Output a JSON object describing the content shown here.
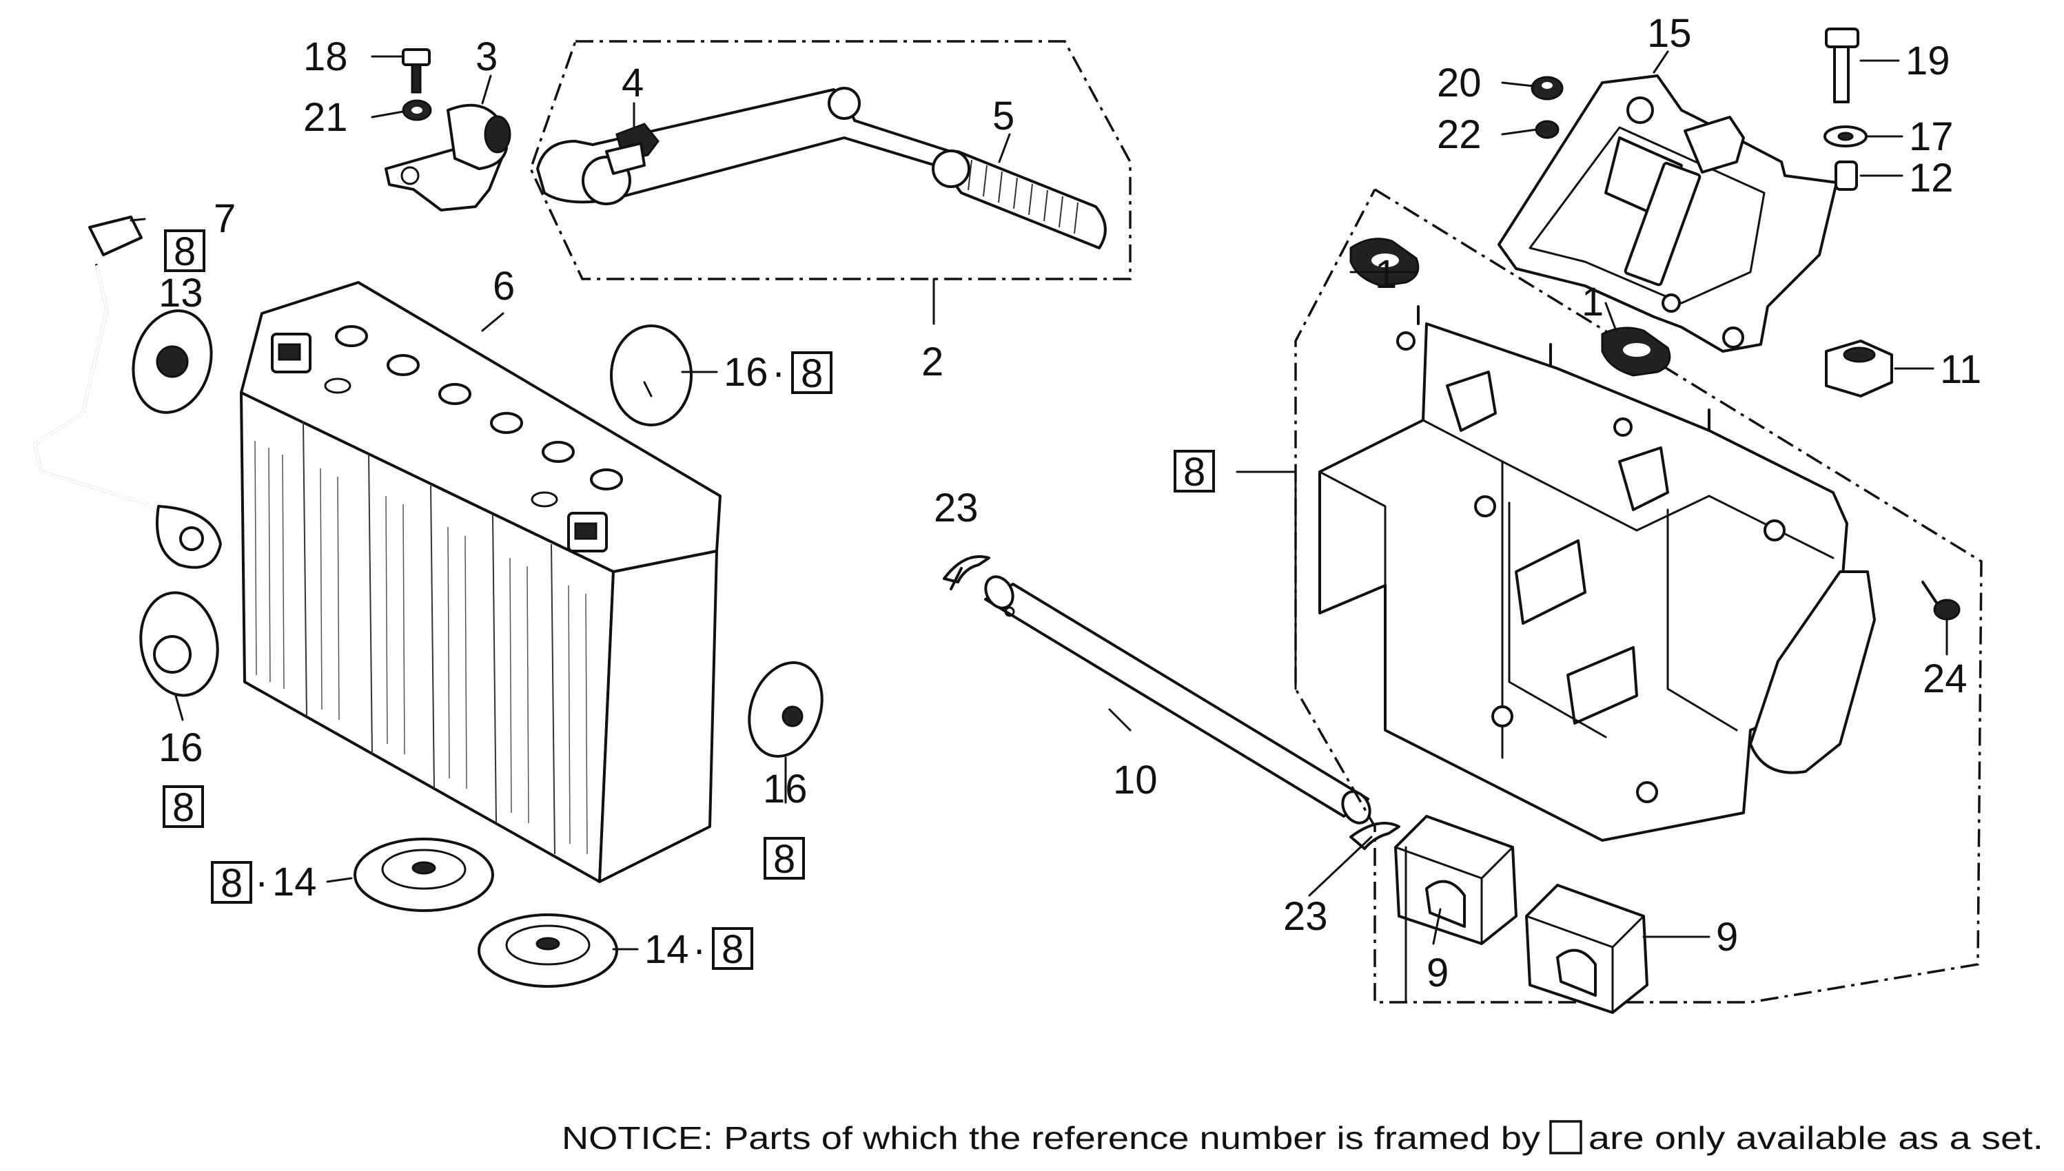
{
  "callouts": {
    "n1a": "1",
    "n1b": "1",
    "n2": "2",
    "n3": "3",
    "n4": "4",
    "n5": "5",
    "n6": "6",
    "n7": "7",
    "n9a": "9",
    "n9b": "9",
    "n10": "10",
    "n11": "11",
    "n12": "12",
    "n13": "13",
    "n14a": "14",
    "n14b": "14",
    "n15": "15",
    "n16a": "16",
    "n16b": "16",
    "n16c": "16",
    "n17": "17",
    "n18": "18",
    "n19": "19",
    "n20": "20",
    "n21": "21",
    "n22": "22",
    "n23a": "23",
    "n23b": "23",
    "n24": "24"
  },
  "set_box": "8",
  "separator": "·",
  "notice": {
    "part1": "NOTICE: Parts of which the reference number is framed by",
    "part2": "are only available as a set."
  },
  "colors": {
    "ink": "#111111",
    "paper": "#ffffff"
  }
}
